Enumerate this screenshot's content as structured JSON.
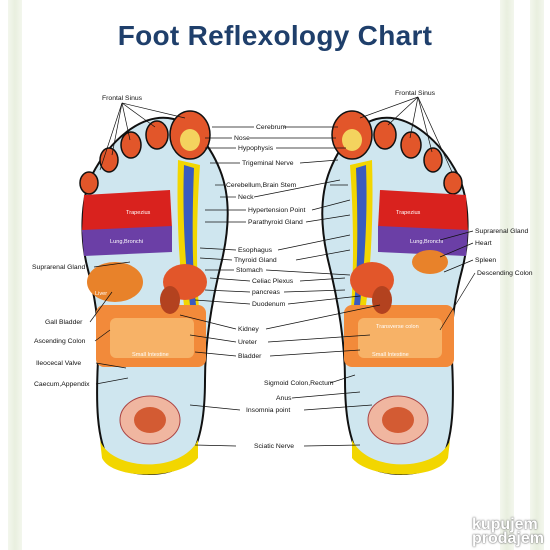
{
  "title": "Foot Reflexology Chart",
  "labels": {
    "frontal_sinus_left": "Frontal Sinus",
    "frontal_sinus_right": "Frontal Sinus",
    "cerebrum": "Cerebrum",
    "nose": "Nose",
    "hypophysis": "Hypophysis",
    "trigeminal_nerve": "Trigeminal Nerve",
    "cerebellum_brain_stem": "Cerebellum,Brain Stem",
    "neck": "Neck",
    "hypertension_point": "Hypertension Point",
    "parathyroid_gland": "Parathyroid Gland",
    "esophagus": "Esophagus",
    "thyroid_gland": "Thyroid Gland",
    "stomach": "Stomach",
    "celiac_plexus": "Celiac Plexus",
    "pancreas": "pancreas",
    "duodenum": "Duodenum",
    "kidney": "Kidney",
    "ureter": "Ureter",
    "bladder": "Bladder",
    "sigmoid_colon_rectum": "Sigmoid Colon,Rectum",
    "anus": "Anus",
    "insomnia_point": "Insomnia  point",
    "sciatic_nerve": "Sciatic  Nerve",
    "suprarenal_gland_left": "Suprarenal Gland",
    "gall_bladder": "Gall Bladder",
    "ascending_colon": "Ascending Colon",
    "ileocecal_valve": "Ileocecal Valve",
    "caecum_appendix": "Caecum,Appendix",
    "suprarenal_gland_right": "Suprarenal Gland",
    "heart": "Heart",
    "spleen": "Spleen",
    "descending_colon": "Descending Colon"
  },
  "inner_labels": {
    "trapezius_left": "Trapezius",
    "lung_bronchi": "Lung,Bronchi",
    "liver": "Liver",
    "small_intestine_left": "Small Intestine",
    "trapezius_right": "Trapezius",
    "lung_right": "Lung,Bronchi",
    "transverse_colon": "Transverse colon",
    "small_intestine_right": "Small Intestine"
  },
  "watermark": {
    "line1": "kupujem",
    "line2": "prodajem"
  },
  "colors": {
    "title": "#1f3f6b",
    "foot_outline": "#1a1a1a",
    "sole": "#d8eaf0"
  }
}
